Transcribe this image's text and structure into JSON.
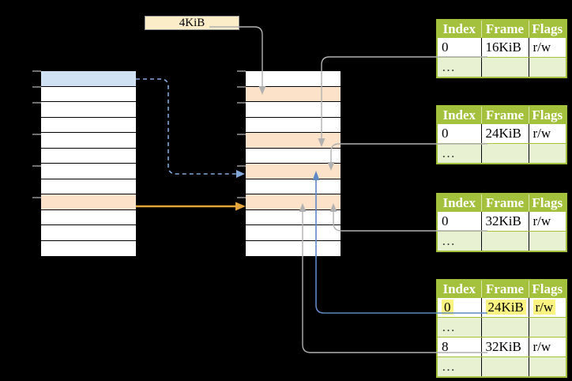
{
  "size_label": {
    "text": "4KiB"
  },
  "grids": {
    "left": {
      "rows": [
        "blue",
        "",
        "",
        "",
        "",
        "",
        "",
        "",
        "orange",
        "",
        "",
        ""
      ]
    },
    "middle": {
      "rows": [
        "",
        "orange",
        "",
        "",
        "orange",
        "",
        "orange",
        "",
        "orange",
        "",
        "",
        ""
      ]
    }
  },
  "frame_tables": [
    {
      "name": "page-table-16kib",
      "headers": [
        "Index",
        "Frame",
        "Flags"
      ],
      "rows": [
        {
          "cells": [
            "0",
            "16KiB",
            "r/w"
          ]
        },
        {
          "cells": [
            "…",
            "",
            ""
          ],
          "shade": true
        }
      ]
    },
    {
      "name": "page-table-24kib",
      "headers": [
        "Index",
        "Frame",
        "Flags"
      ],
      "rows": [
        {
          "cells": [
            "0",
            "24KiB",
            "r/w"
          ]
        },
        {
          "cells": [
            "…",
            "",
            ""
          ],
          "shade": true
        }
      ]
    },
    {
      "name": "page-table-32kib",
      "headers": [
        "Index",
        "Frame",
        "Flags"
      ],
      "rows": [
        {
          "cells": [
            "0",
            "32KiB",
            "r/w"
          ]
        },
        {
          "cells": [
            "…",
            "",
            ""
          ],
          "shade": true
        }
      ]
    },
    {
      "name": "page-table-level2",
      "headers": [
        "Index",
        "Frame",
        "Flags"
      ],
      "rows": [
        {
          "cells": [
            "0",
            "24KiB",
            "r/w"
          ],
          "hl": true
        },
        {
          "cells": [
            "…",
            "",
            ""
          ],
          "shade": true
        },
        {
          "cells": [
            "8",
            "32KiB",
            "r/w"
          ]
        },
        {
          "cells": [
            "…",
            "",
            ""
          ],
          "shade": true
        }
      ]
    }
  ],
  "colors": {
    "header_green": "#a3c13c",
    "row_light_green": "#e9f1d3",
    "highlight_yellow": "#fbf381",
    "page_blue": "#cfe1f3",
    "frame_orange": "#fce2c8",
    "arrow_gray": "#b1b1b1",
    "arrow_blue": "#5f89c4",
    "arrow_blue_dashed": "#82a7d8",
    "arrow_orange": "#e2a43b",
    "label_cream": "#fcedc9",
    "tick_gray": "#969696"
  }
}
